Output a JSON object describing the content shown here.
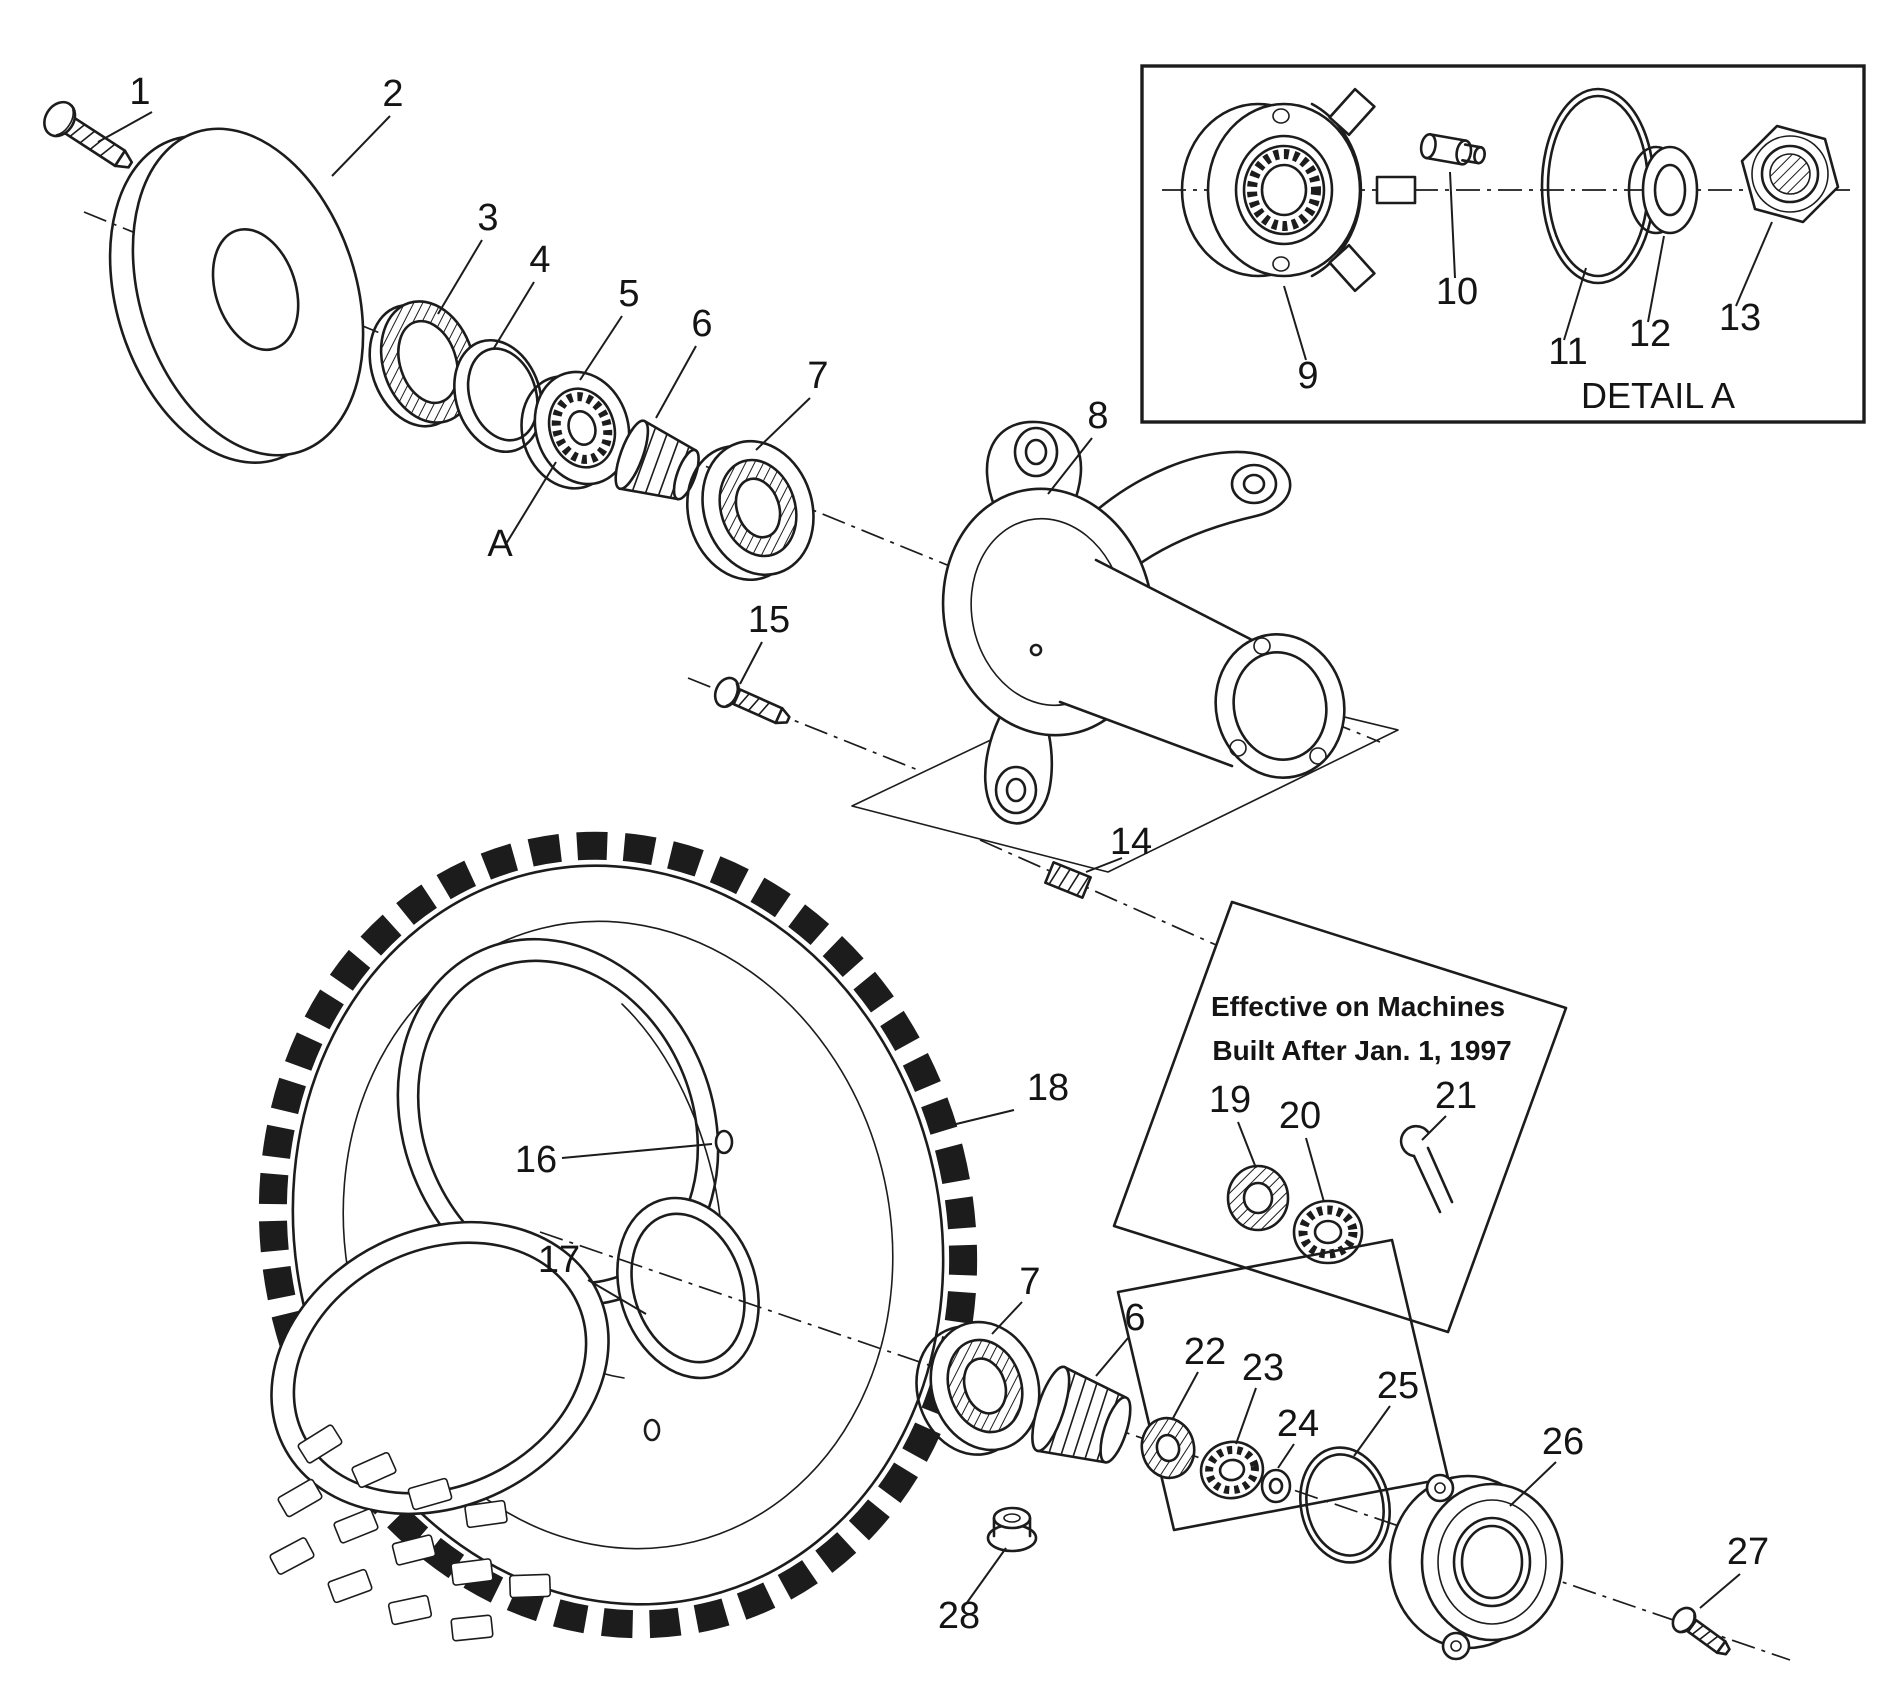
{
  "colors": {
    "background": "#ffffff",
    "ink": "#1c1c1c"
  },
  "detail_box": {
    "title": "DETAIL A"
  },
  "note_box": {
    "line1": "Effective on Machines",
    "line2": "Built After Jan. 1, 1997"
  },
  "labels": {
    "p1": "1",
    "p2": "2",
    "p3": "3",
    "p4": "4",
    "p5": "5",
    "p6": "6",
    "p7": "7",
    "p8": "8",
    "p9": "9",
    "p10": "10",
    "p11": "11",
    "p12": "12",
    "p13": "13",
    "p14": "14",
    "p15": "15",
    "p16": "16",
    "p17": "17",
    "p18": "18",
    "p19": "19",
    "p20": "20",
    "p21": "21",
    "p22": "22",
    "p23": "23",
    "p24": "24",
    "p25": "25",
    "p26": "26",
    "p27": "27",
    "p28": "28",
    "p6_lower": "6",
    "p7_lower": "7",
    "section_a": "A"
  }
}
